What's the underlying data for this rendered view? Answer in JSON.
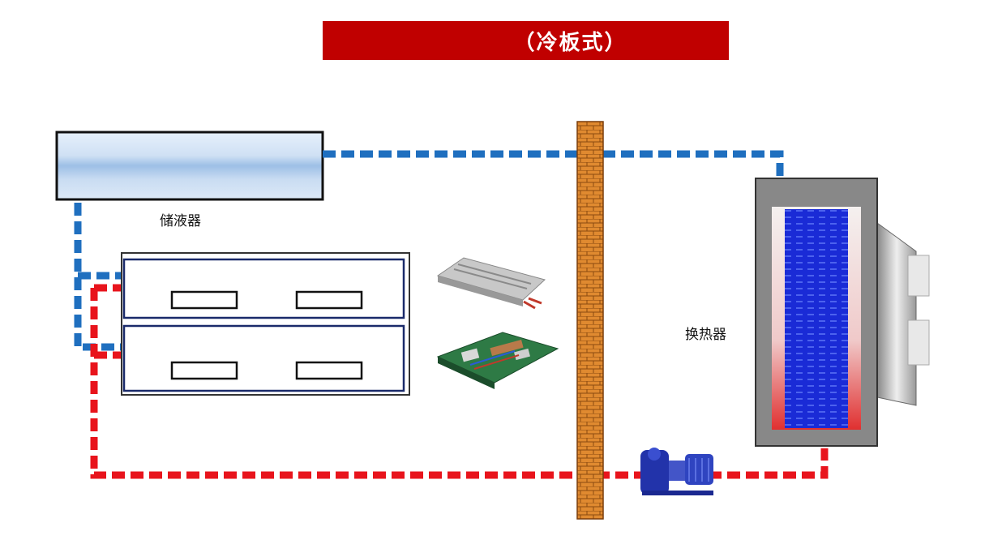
{
  "title": "（冷板式）",
  "labels": {
    "reservoir": "储液器",
    "heat_exchanger": "换热器"
  },
  "colors": {
    "title_bg": "#c00000",
    "cold_line": "#1f6fbf",
    "hot_line": "#e8141c",
    "wall": "#e08a30",
    "exchanger_core": "#1a2bd6",
    "pump": "#2233aa"
  }
}
